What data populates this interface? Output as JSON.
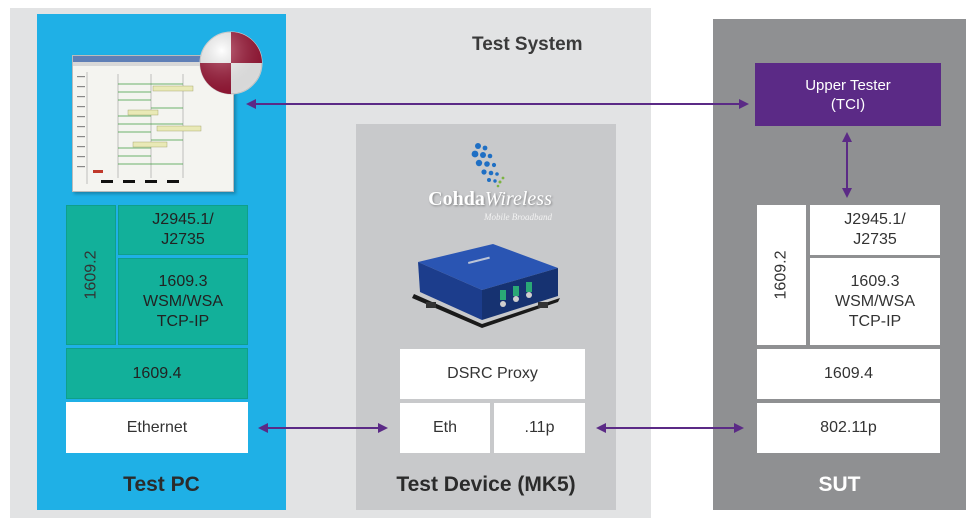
{
  "test_system": {
    "title": "Test System"
  },
  "test_pc": {
    "title": "Test PC",
    "stack": {
      "side": "1609.2",
      "j2945": "J2945.1/\nJ2735",
      "wsm": "1609.3\nWSM/WSA\nTCP-IP",
      "p1609_4": "1609.4",
      "ethernet": "Ethernet"
    }
  },
  "test_device": {
    "title": "Test Device (MK5)",
    "logo": {
      "brand": "Cohda",
      "brand_italic": "Wireless",
      "tagline": "Mobile Broadband"
    },
    "dsrc_proxy": "DSRC Proxy",
    "eth": "Eth",
    "p11p": ".11p"
  },
  "sut": {
    "title": "SUT",
    "upper_tester": "Upper Tester\n(TCI)",
    "stack": {
      "side": "1609.2",
      "j2945": "J2945.1/\nJ2735",
      "wsm": "1609.3\nWSM/WSA\nTCP-IP",
      "p1609_4": "1609.4",
      "p80211p": "802.11p"
    }
  },
  "colors": {
    "test_pc_panel": "#1fb0e6",
    "stack_teal": "#12b09a",
    "test_system_panel": "#e2e3e4",
    "test_device_panel": "#c8c9cb",
    "sut_panel": "#8f9092",
    "arrow": "#5b2a86"
  }
}
